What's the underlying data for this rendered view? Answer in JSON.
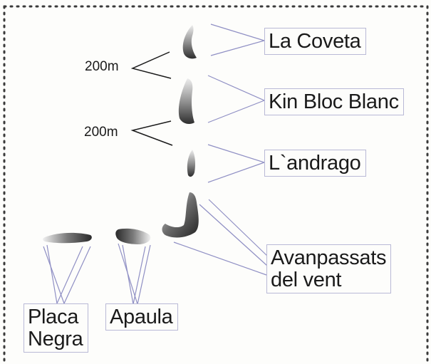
{
  "diagram": {
    "labels": {
      "la_coveta": "La Coveta",
      "kin_bloc_blanc": "Kin Bloc Blanc",
      "landrago": "L`andrago",
      "avanpassats_line1": "Avanpassats",
      "avanpassats_line2": "del vent",
      "placa_line1": "Placa",
      "placa_line2": "Negra",
      "apaula": "Apaula"
    },
    "distances": {
      "upper": "200m",
      "lower": "200m"
    },
    "colors": {
      "border": "#3a3a3a",
      "leader_line": "#8f8fc4",
      "label_border": "#b9b9d6",
      "text": "#1a1a1a",
      "boulder_dark": "#3c3c3c",
      "boulder_light": "#d8d8d8"
    }
  }
}
